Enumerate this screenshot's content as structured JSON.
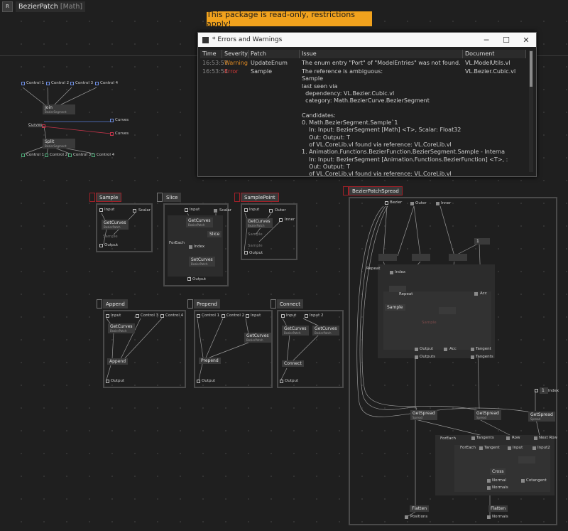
{
  "tab": {
    "button": "R",
    "title": "BezierPatch",
    "subtitle": "[Math]"
  },
  "banner": "This package is read-only, restrictions apply!",
  "dialog": {
    "title": "* Errors and Warnings",
    "min_glyph": "─",
    "max_glyph": "☐",
    "close_glyph": "✕",
    "columns": [
      "Time",
      "Severity",
      "Patch",
      "Issue",
      "Document"
    ],
    "rows": [
      {
        "time": "16:53:51",
        "severity": "Warning",
        "patch": "UpdateEnum",
        "issue": "The enum entry \"Port\" of \"ModelEntries\" was not found.",
        "document": "VL.ModelUtils.vl"
      },
      {
        "time": "16:53:54",
        "severity": "Error",
        "patch": "Sample",
        "issue": "The reference is ambiguous:\nSample\nlast seen via\n  dependency: VL.Bezier.Cubic.vl\n  category: Math.BezierCurve.BezierSegment\n\nCandidates:\n0. Math.BezierSegment.Sample`1\n    In: Input: BezierSegment [Math] <T>, Scalar: Float32\n    Out: Output: T\n    of VL.CoreLib.vl found via reference: VL.CoreLib.vl\n1. Animation.Functions.BezierFunction.BezierSegment.Sample - Interna\n    In: Input: BezierSegment [Animation.Functions.BezierFunction] <T>, :\n    Out: Output: T\n    of VL.CoreLib.vl found via reference: VL.CoreLib.vl",
        "document": "VL.Bezier.Cubic.vl"
      }
    ]
  },
  "top_patch": {
    "controls_in": [
      "Control 1",
      "Control 2",
      "Control 3",
      "Control 4"
    ],
    "join": "Join",
    "join_sub": "BezierSegment",
    "split": "Split",
    "split_sub": "BezierSegment",
    "curves": "Curves",
    "controls_out": [
      "Control 1",
      "Control 2",
      "Control 3",
      "Control 4"
    ]
  },
  "sample": {
    "title": "Sample",
    "input": "Input",
    "scalar": "Scalar",
    "node": "GetCurves",
    "node_sub": "BezierPatch",
    "ghost": "Sample",
    "output": "Output"
  },
  "slice": {
    "title": "Slice",
    "input": "Input",
    "scalar": "Scalar",
    "node": "GetCurves",
    "node_sub": "BezierPatch",
    "slice": "Slice",
    "foreach": "ForEach",
    "index": "Index",
    "set": "SetCurves",
    "set_sub": "BezierPatch",
    "output": "Output"
  },
  "samplepoint": {
    "title": "SamplePoint",
    "input": "Input",
    "outer": "Outer",
    "inner": "Inner",
    "node": "GetCurves",
    "node_sub": "BezierPatch",
    "ghost1": "Sample",
    "ghost2": "Sample",
    "output": "Output"
  },
  "append": {
    "title": "Append",
    "input": "Input",
    "c3": "Control 3",
    "c4": "Control 4",
    "node": "GetCurves",
    "node_sub": "BezierPatch",
    "op": "Append",
    "output": "Output"
  },
  "prepend": {
    "title": "Prepend",
    "c1": "Control 1",
    "c2": "Control 2",
    "input": "Input",
    "node": "GetCurves",
    "node_sub": "BezierPatch",
    "op": "Prepend",
    "output": "Output"
  },
  "connect": {
    "title": "Connect",
    "input": "Input",
    "input2": "Input 2",
    "node1": "GetCurves",
    "node2": "GetCurves",
    "node_sub": "BezierPatch",
    "op": "Connect",
    "output": "Output"
  },
  "spread": {
    "title": "BezierPatchSpread",
    "bezier": "Bezier",
    "outer": "Outer",
    "inner": "Inner",
    "one": "1",
    "repeat1": "Repeat",
    "index": "Index",
    "repeat2": "Repeat",
    "acc1": "Acc",
    "sample": "Sample",
    "ghost": "Sample",
    "output": "Output",
    "acc2": "Acc",
    "tangent": "Tangent",
    "outputs": "Outputs",
    "tangents1": "Tangents",
    "index_val": "1",
    "index_lbl": "Index",
    "getspread": "GetSpread",
    "getspread_sub": "Spread",
    "foreach1": "ForEach",
    "tangents2": "Tangents",
    "row": "Row",
    "nextrow": "Next Row",
    "foreach2": "ForEach",
    "tangent2": "Tangent",
    "input": "Input",
    "input2": "Input2",
    "cross": "Cross",
    "normal": "Normal",
    "cotangent": "Cotangent",
    "normals1": "Normals",
    "flatten": "Flatten",
    "positions": "Positions",
    "normals2": "Normals"
  },
  "colors": {
    "banner": "#f1a21d",
    "warning": "#e08a22",
    "error": "#d23838",
    "frame_red": "#a02028"
  }
}
